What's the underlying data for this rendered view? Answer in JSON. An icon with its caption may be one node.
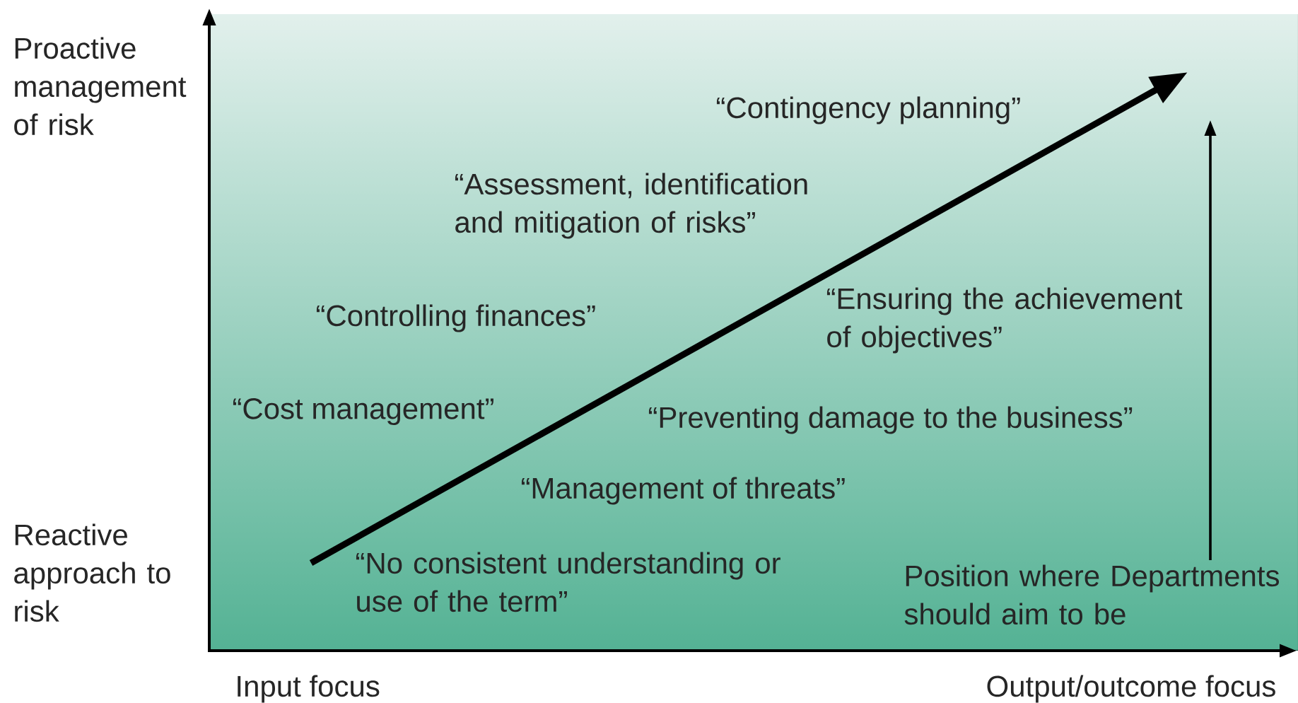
{
  "diagram": {
    "labels": [
      "Proactive management of risk",
      "“Contingency planning”",
      "“Assessment, identification and mitigation of risks”",
      "“Controlling finances”",
      "“Ensuring the achievement of objectives”",
      "“Cost management”",
      "“Preventing damage to the business”",
      "“Management of threats”",
      "Reactive approach to risk",
      "“No consistent understanding or use of the term”",
      "Position where Departments should aim to be",
      "Input focus",
      "Output/outcome focus"
    ]
  }
}
